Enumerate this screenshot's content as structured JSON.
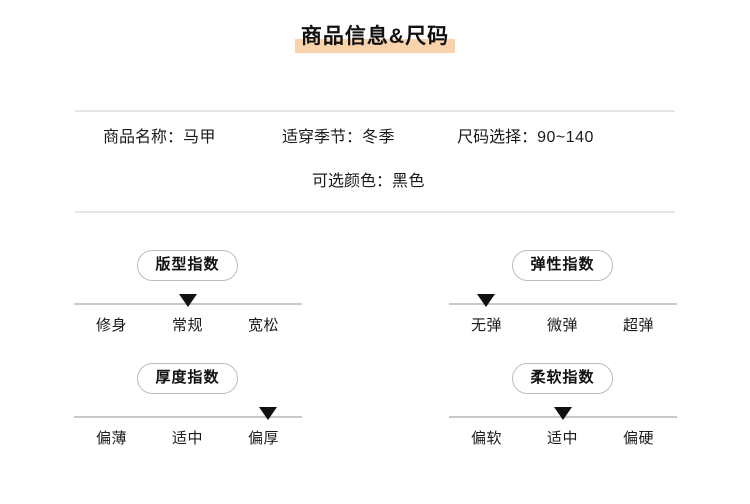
{
  "header": {
    "title": "商品信息&尺码",
    "highlight_color": "#f8d3ac"
  },
  "product_info": {
    "rows": [
      [
        {
          "label": "商品名称：",
          "value": "马甲"
        },
        {
          "label": "适穿季节：",
          "value": "冬季"
        },
        {
          "label": "尺码选择：",
          "value": "90~140"
        }
      ],
      [
        {
          "label": "可选颜色：",
          "value": "黑色"
        }
      ]
    ]
  },
  "indices": [
    {
      "name": "fit",
      "title": "版型指数",
      "options": [
        "修身",
        "常规",
        "宽松"
      ],
      "selected_index": 1
    },
    {
      "name": "elasticity",
      "title": "弹性指数",
      "options": [
        "无弹",
        "微弹",
        "超弹"
      ],
      "selected_index": 0
    },
    {
      "name": "thickness",
      "title": "厚度指数",
      "options": [
        "偏薄",
        "适中",
        "偏厚"
      ],
      "selected_index": 2
    },
    {
      "name": "softness",
      "title": "柔软指数",
      "options": [
        "偏软",
        "适中",
        "偏硬"
      ],
      "selected_index": 1
    }
  ]
}
